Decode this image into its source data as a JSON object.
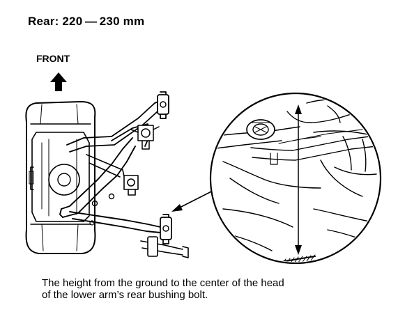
{
  "heading": {
    "text": "Rear: 220 — 230 mm"
  },
  "direction_label": "FRONT",
  "caption": {
    "line1": "The height from the ground to the center of the head",
    "line2": "of the lower arm’s rear bushing bolt."
  },
  "icons": {
    "front_arrow": "arrow-up-icon",
    "callout_arrow": "arrow-left-icon"
  },
  "colors": {
    "ink": "#000000",
    "paper": "#ffffff"
  }
}
